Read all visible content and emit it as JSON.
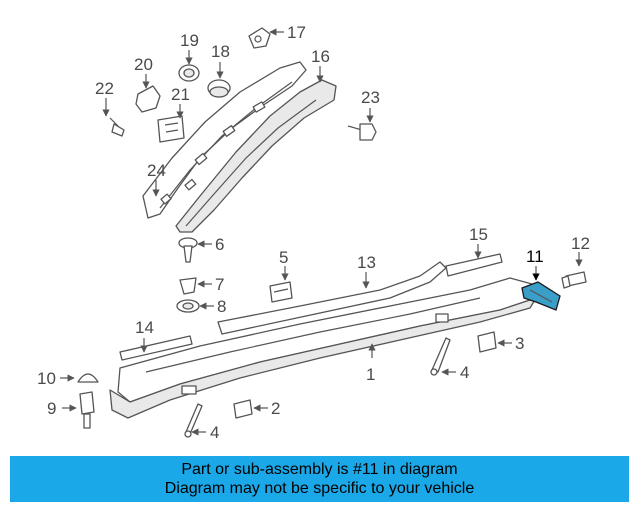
{
  "diagram": {
    "callouts": [
      "1",
      "2",
      "3",
      "4",
      "4",
      "5",
      "6",
      "7",
      "8",
      "9",
      "10",
      "11",
      "12",
      "13",
      "14",
      "15",
      "16",
      "17",
      "18",
      "19",
      "20",
      "21",
      "22",
      "23",
      "24"
    ],
    "highlight_color": "#3a9ec9"
  },
  "banner": {
    "line1": "Part or sub-assembly is #11 in diagram",
    "line2": "Diagram may not be specific to your vehicle",
    "background": "#1ba8e8"
  }
}
